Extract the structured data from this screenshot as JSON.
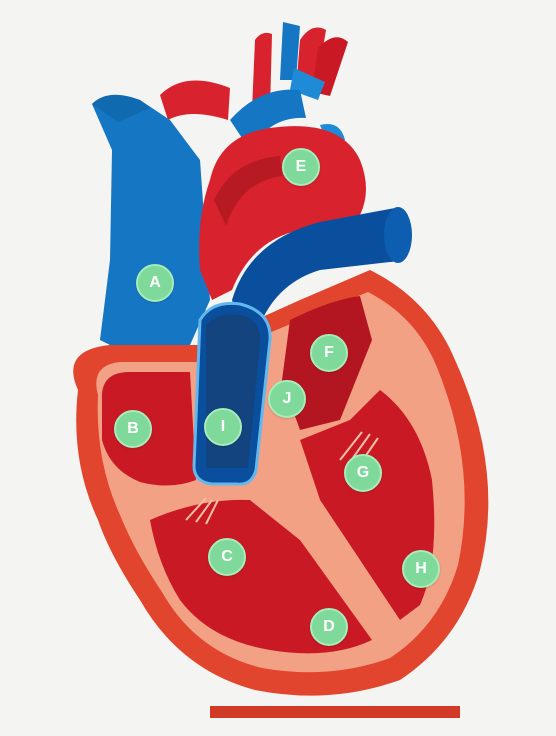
{
  "colors": {
    "background": "#f4f4f2",
    "vein_blue": "#1577c4",
    "vein_dark": "#0a4f9e",
    "artery_red": "#d8232e",
    "artery_dark": "#9f1419",
    "muscle_outer": "#e2452e",
    "muscle_inner": "#f3a184",
    "chamber": "#c91924",
    "marker_green": "#7ed99a",
    "marker_text": "#ffffff"
  },
  "markers": [
    {
      "label": "A"
    },
    {
      "label": "B"
    },
    {
      "label": "C"
    },
    {
      "label": "D"
    },
    {
      "label": "E"
    },
    {
      "label": "F"
    },
    {
      "label": "G"
    },
    {
      "label": "H"
    },
    {
      "label": "I"
    },
    {
      "label": "J"
    }
  ]
}
